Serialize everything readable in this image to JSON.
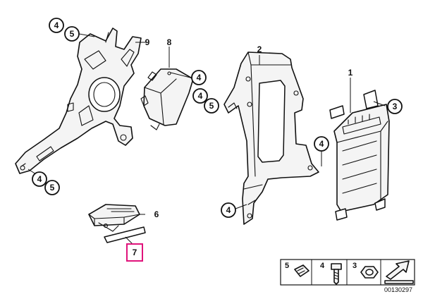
{
  "callouts": {
    "c_4_top": "4",
    "c_5_top": "5",
    "c_9": "9",
    "c_8": "8",
    "c_4_mod8": "4",
    "c_4_mid": "4",
    "c_5_mid": "5",
    "c_2": "2",
    "c_1": "1",
    "c_3": "3",
    "c_4_right": "4",
    "c_4_left": "4",
    "c_5_left": "5",
    "c_6": "6",
    "c_7": "7",
    "c_4_bottom": "4"
  },
  "legend": {
    "items": [
      {
        "number": "5",
        "icon": "clip-nut-icon"
      },
      {
        "number": "4",
        "icon": "screw-icon"
      },
      {
        "number": "3",
        "icon": "hex-nut-icon"
      }
    ]
  },
  "diagram_id": "00130297",
  "colors": {
    "highlight": "#e0137b",
    "line": "#111111"
  }
}
